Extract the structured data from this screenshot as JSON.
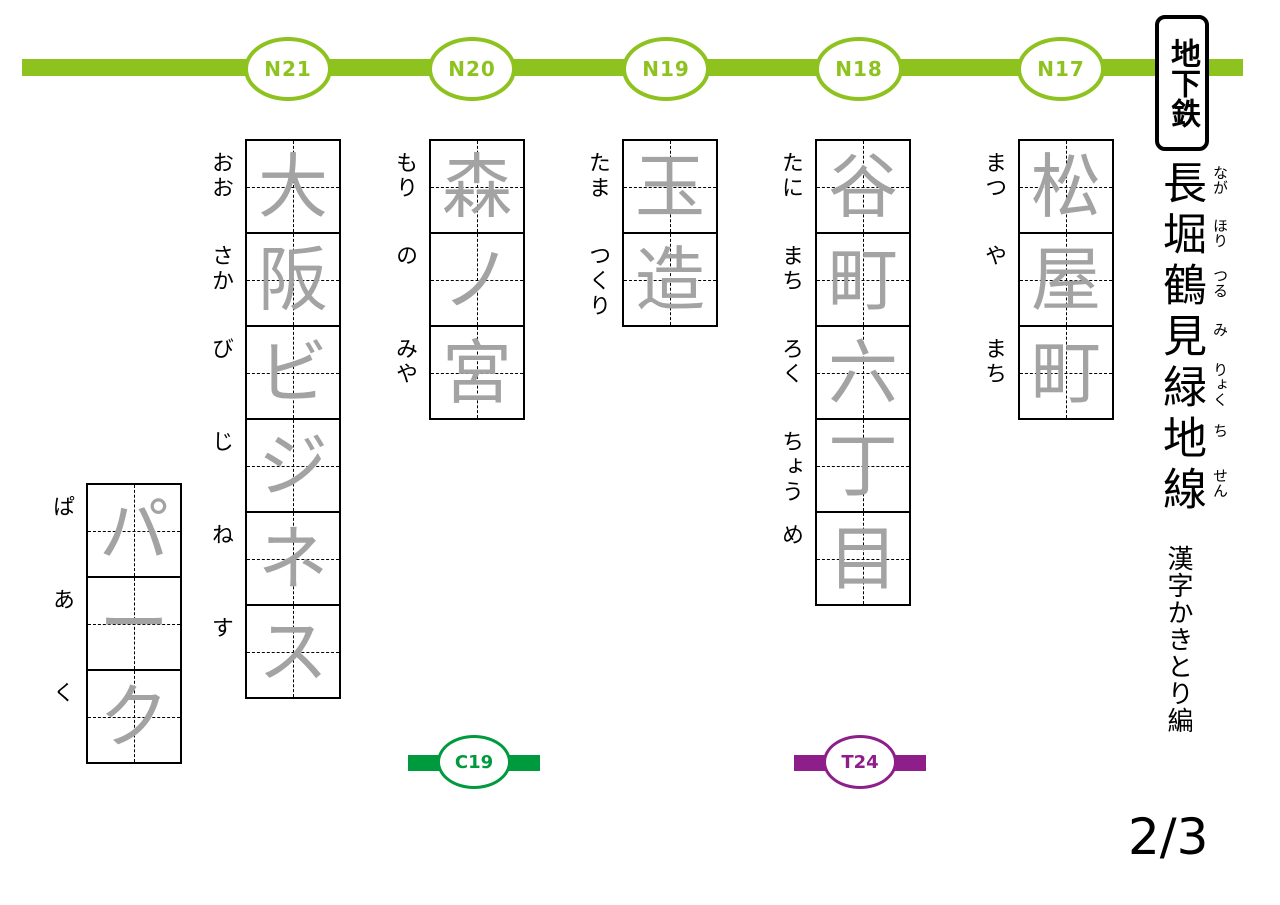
{
  "badge": "地下鉄",
  "title": "長堀鶴見緑地線",
  "title_furigana": [
    "なが",
    "ほり",
    "つる",
    "み",
    "りょく",
    "ち",
    "せん"
  ],
  "subtitle": "漢字かきとり編",
  "page_number": "2/3",
  "line_color": "#8dc21f",
  "stations": [
    {
      "code": "N21",
      "chars": [
        "大",
        "阪",
        "ビ",
        "ジ",
        "ネ",
        "ス"
      ],
      "readings": [
        "おお",
        "さか",
        "び",
        "じ",
        "ね",
        "す"
      ]
    },
    {
      "code": "N20",
      "chars": [
        "森",
        "ノ",
        "宮"
      ],
      "readings": [
        "もり",
        "の",
        "みや"
      ]
    },
    {
      "code": "N19",
      "chars": [
        "玉",
        "造"
      ],
      "readings": [
        "たま",
        "つくり"
      ]
    },
    {
      "code": "N18",
      "chars": [
        "谷",
        "町",
        "六",
        "丁",
        "目"
      ],
      "readings": [
        "たに",
        "まち",
        "ろく",
        "ちょう",
        "め"
      ]
    },
    {
      "code": "N17",
      "chars": [
        "松",
        "屋",
        "町"
      ],
      "readings": [
        "まつ",
        "や",
        "まち"
      ]
    }
  ],
  "extra_word": {
    "chars": [
      "パ",
      "ー",
      "ク"
    ],
    "readings": [
      "ぱ",
      "あ",
      "く"
    ]
  },
  "transfers": [
    {
      "code": "C19",
      "color": "#009a3e"
    },
    {
      "code": "T24",
      "color": "#8e1f8a"
    }
  ]
}
